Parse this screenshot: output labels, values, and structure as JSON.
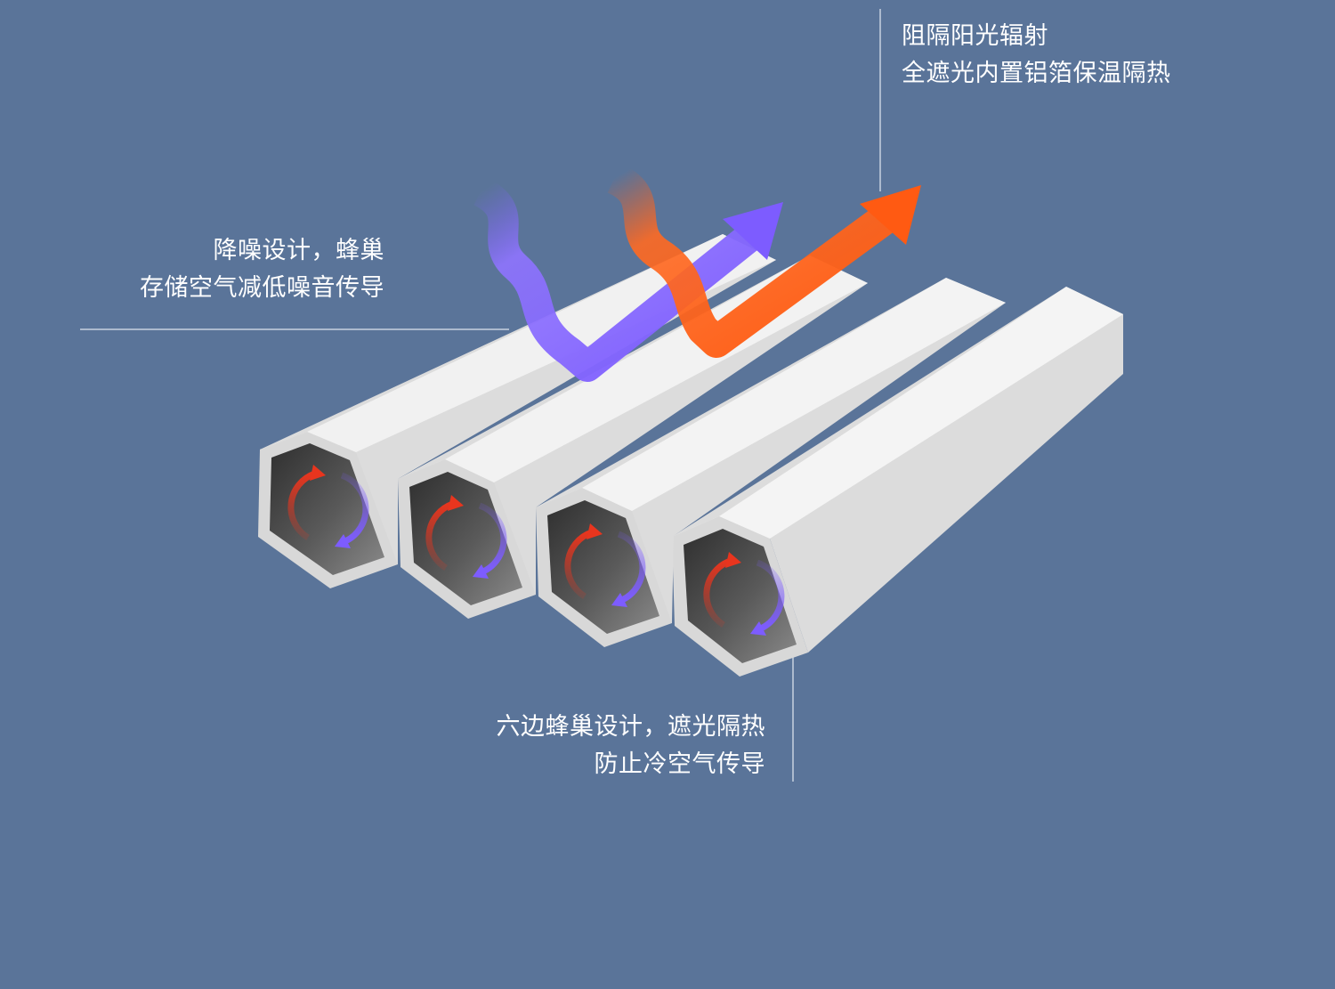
{
  "callouts": {
    "top": {
      "line1": "阻隔阳光辐射",
      "line2": "全遮光内置铝箔保温隔热"
    },
    "left": {
      "line1": "降噪设计，蜂巢",
      "line2": "存储空气减低噪音传导"
    },
    "bottom": {
      "line1": "六边蜂巢设计，遮光隔热",
      "line2": "防止冷空气传导"
    }
  },
  "colors": {
    "background": "#5a7499",
    "purple": "#7d5cff",
    "orange": "#ff5a12",
    "red": "#e8351e",
    "cell_face": "#f0f0f0",
    "cell_inner": "#3d3d3d"
  },
  "icons": [
    "wavy-purple-arrow",
    "wavy-orange-arrow",
    "circulation-arrows-icon"
  ]
}
